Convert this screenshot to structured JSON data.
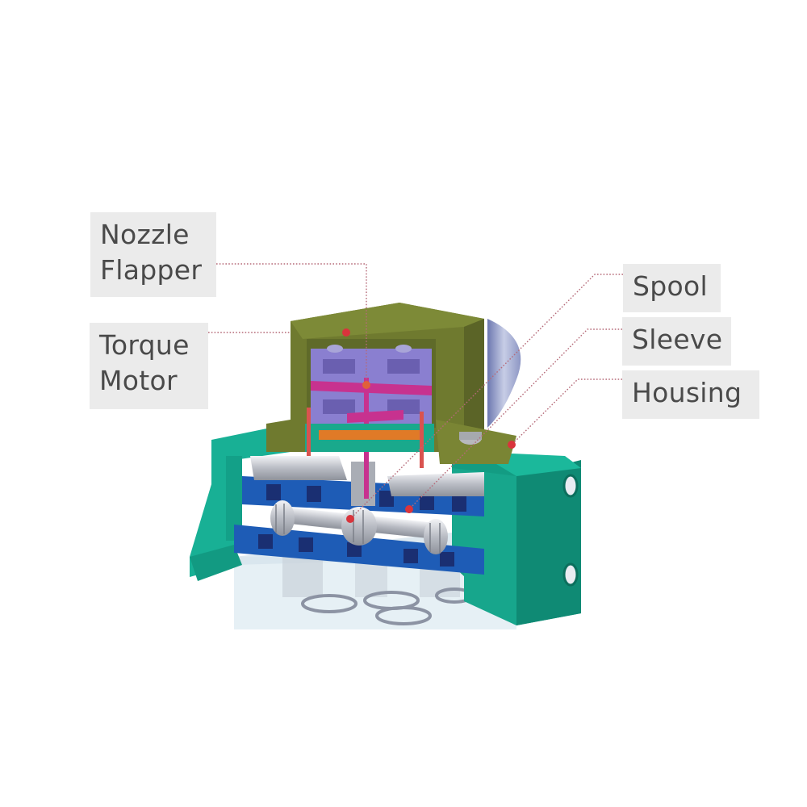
{
  "figure": {
    "subject": "Servo valve cutaway",
    "colors": {
      "label_bg": "#ebebeb",
      "label_text": "#4a4a4a",
      "leader_line": "#b56a78",
      "marker_dot": "#d9343c",
      "torque_motor_housing": "#6f7a2f",
      "armature": "#8a7fd0",
      "flapper": "#c7328f",
      "base_block": "#16a68c",
      "sleeve": "#1f5fb8",
      "spool": "#c9ccd3"
    }
  },
  "labels": {
    "nozzle_flapper": {
      "line1": "Nozzle",
      "line2": "Flapper"
    },
    "torque_motor": {
      "line1": "Torque",
      "line2": "Motor"
    },
    "spool": {
      "text": "Spool"
    },
    "sleeve": {
      "text": "Sleeve"
    },
    "housing": {
      "text": "Housing"
    }
  }
}
